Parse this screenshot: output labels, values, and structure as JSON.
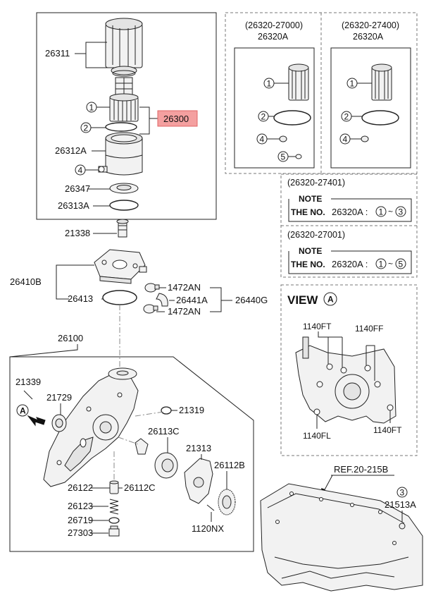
{
  "labels": {
    "p26311": "26311",
    "p26300": "26300",
    "p26312A": "26312A",
    "p26347": "26347",
    "p26313A": "26313A",
    "p21338": "21338",
    "p26410B": "26410B",
    "p26413": "26413",
    "p1472AN_top": "1472AN",
    "p26441A": "26441A",
    "p1472AN_bot": "1472AN",
    "p26440G": "26440G",
    "p26100": "26100",
    "p21339": "21339",
    "p21729": "21729",
    "p21319": "21319",
    "p26113C": "26113C",
    "p21313": "21313",
    "p26112B": "26112B",
    "p26122": "26122",
    "p26112C": "26112C",
    "p26123": "26123",
    "p26719": "26719",
    "p27303": "27303",
    "p1120NX": "1120NX",
    "ref": "REF.20-215B",
    "p21513A": "21513A"
  },
  "markers": {
    "m1": "1",
    "m2": "2",
    "m4": "4",
    "m3": "3",
    "mA": "A"
  },
  "kit_a": {
    "code": "(26320-27000)",
    "part": "26320A",
    "items": [
      "1",
      "2",
      "4",
      "5"
    ]
  },
  "kit_b": {
    "code": "(26320-27400)",
    "part": "26320A",
    "items": [
      "1",
      "2",
      "4"
    ]
  },
  "note_a": {
    "code": "(26320-27401)",
    "title": "NOTE",
    "prefix": "THE NO.",
    "part": "26320A :",
    "from": "1",
    "tilde": "~",
    "to": "3"
  },
  "note_b": {
    "code": "(26320-27001)",
    "title": "NOTE",
    "prefix": "THE NO.",
    "part": "26320A :",
    "from": "1",
    "tilde": "~",
    "to": "5"
  },
  "view": {
    "title": "VIEW",
    "marker": "A",
    "l_1140FT_top": "1140FT",
    "l_1140FF": "1140FF",
    "l_1140FL": "1140FL",
    "l_1140FT_bot": "1140FT"
  },
  "colors": {
    "highlight_fill": "#f4a0a0",
    "highlight_stroke": "#e06666",
    "line": "#222222",
    "dashed_frame": "#777777"
  }
}
